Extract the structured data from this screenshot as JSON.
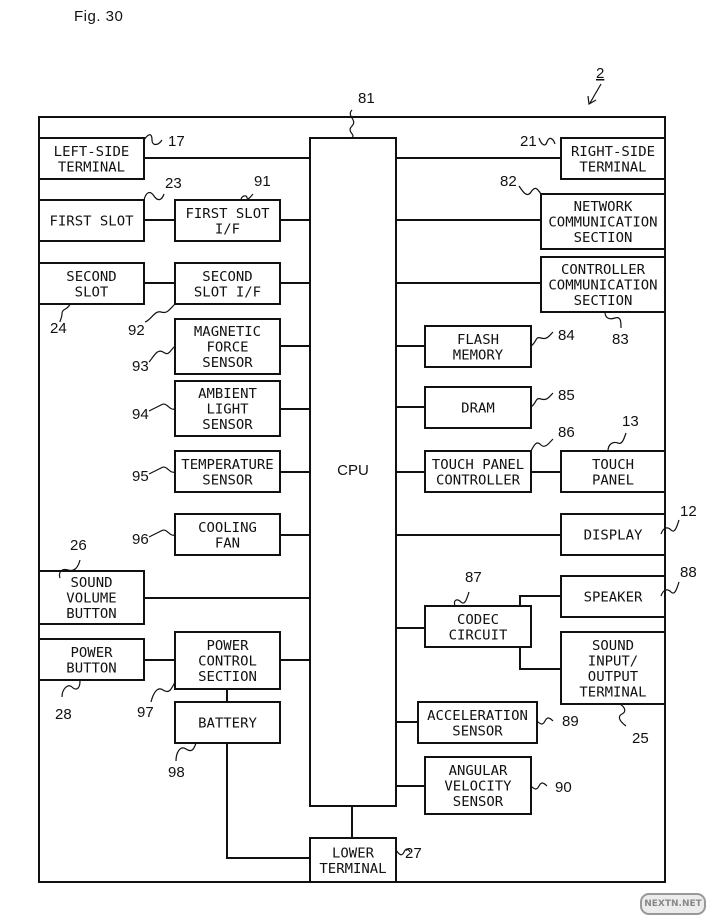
{
  "figure": {
    "title": "Fig. 30",
    "device_ref": "2"
  },
  "cpu": {
    "label": "CPU",
    "ref": "81"
  },
  "blocks": {
    "left_side_terminal": {
      "lines": [
        "LEFT-SIDE",
        "TERMINAL"
      ],
      "ref": "17"
    },
    "first_slot": {
      "lines": [
        "FIRST SLOT"
      ],
      "ref": "23"
    },
    "first_slot_if": {
      "lines": [
        "FIRST SLOT",
        "I/F"
      ],
      "ref": "91"
    },
    "second_slot": {
      "lines": [
        "SECOND",
        "SLOT"
      ],
      "ref": "24"
    },
    "second_slot_if": {
      "lines": [
        "SECOND",
        "SLOT I/F"
      ],
      "ref": "92"
    },
    "magnetic_force_sensor": {
      "lines": [
        "MAGNETIC",
        "FORCE",
        "SENSOR"
      ],
      "ref": "93"
    },
    "ambient_light_sensor": {
      "lines": [
        "AMBIENT",
        "LIGHT",
        "SENSOR"
      ],
      "ref": "94"
    },
    "temperature_sensor": {
      "lines": [
        "TEMPERATURE",
        "SENSOR"
      ],
      "ref": "95"
    },
    "cooling_fan": {
      "lines": [
        "COOLING",
        "FAN"
      ],
      "ref": "96"
    },
    "sound_volume_button": {
      "lines": [
        "SOUND",
        "VOLUME",
        "BUTTON"
      ],
      "ref": "26"
    },
    "power_button": {
      "lines": [
        "POWER",
        "BUTTON"
      ],
      "ref": "28"
    },
    "power_control_section": {
      "lines": [
        "POWER",
        "CONTROL",
        "SECTION"
      ],
      "ref": "97"
    },
    "battery": {
      "lines": [
        "BATTERY"
      ],
      "ref": "98"
    },
    "lower_terminal": {
      "lines": [
        "LOWER",
        "TERMINAL"
      ],
      "ref": "27"
    },
    "right_side_terminal": {
      "lines": [
        "RIGHT-SIDE",
        "TERMINAL"
      ],
      "ref": "21"
    },
    "network_communication_section": {
      "lines": [
        "NETWORK",
        "COMMUNICATION",
        "SECTION"
      ],
      "ref": "82"
    },
    "controller_communication_section": {
      "lines": [
        "CONTROLLER",
        "COMMUNICATION",
        "SECTION"
      ],
      "ref": "83"
    },
    "flash_memory": {
      "lines": [
        "FLASH",
        "MEMORY"
      ],
      "ref": "84"
    },
    "dram": {
      "lines": [
        "DRAM"
      ],
      "ref": "85"
    },
    "touch_panel_controller": {
      "lines": [
        "TOUCH PANEL",
        "CONTROLLER"
      ],
      "ref": "86"
    },
    "touch_panel": {
      "lines": [
        "TOUCH",
        "PANEL"
      ],
      "ref": "13"
    },
    "display": {
      "lines": [
        "DISPLAY"
      ],
      "ref": "12"
    },
    "codec_circuit": {
      "lines": [
        "CODEC",
        "CIRCUIT"
      ],
      "ref": "87"
    },
    "speaker": {
      "lines": [
        "SPEAKER"
      ],
      "ref": "88"
    },
    "sound_io_terminal": {
      "lines": [
        "SOUND",
        "INPUT/",
        "OUTPUT",
        "TERMINAL"
      ],
      "ref": "25"
    },
    "acceleration_sensor": {
      "lines": [
        "ACCELERATION",
        "SENSOR"
      ],
      "ref": "89"
    },
    "angular_velocity_sensor": {
      "lines": [
        "ANGULAR",
        "VELOCITY",
        "SENSOR"
      ],
      "ref": "90"
    }
  },
  "connections": [
    [
      "left_side_terminal",
      "cpu"
    ],
    [
      "right_side_terminal",
      "cpu"
    ],
    [
      "first_slot",
      "first_slot_if"
    ],
    [
      "first_slot_if",
      "cpu"
    ],
    [
      "second_slot",
      "second_slot_if"
    ],
    [
      "second_slot_if",
      "cpu"
    ],
    [
      "magnetic_force_sensor",
      "cpu"
    ],
    [
      "ambient_light_sensor",
      "cpu"
    ],
    [
      "temperature_sensor",
      "cpu"
    ],
    [
      "cooling_fan",
      "cpu"
    ],
    [
      "sound_volume_button",
      "cpu"
    ],
    [
      "power_button",
      "power_control_section"
    ],
    [
      "power_control_section",
      "cpu"
    ],
    [
      "power_control_section",
      "battery"
    ],
    [
      "battery",
      "lower_terminal"
    ],
    [
      "cpu",
      "lower_terminal"
    ],
    [
      "network_communication_section",
      "cpu"
    ],
    [
      "controller_communication_section",
      "cpu"
    ],
    [
      "flash_memory",
      "cpu"
    ],
    [
      "dram",
      "cpu"
    ],
    [
      "touch_panel_controller",
      "cpu"
    ],
    [
      "touch_panel",
      "touch_panel_controller"
    ],
    [
      "display",
      "cpu"
    ],
    [
      "codec_circuit",
      "cpu"
    ],
    [
      "codec_circuit",
      "speaker"
    ],
    [
      "codec_circuit",
      "sound_io_terminal"
    ],
    [
      "acceleration_sensor",
      "cpu"
    ],
    [
      "angular_velocity_sensor",
      "cpu"
    ]
  ],
  "watermark": "NEXTN.NET"
}
